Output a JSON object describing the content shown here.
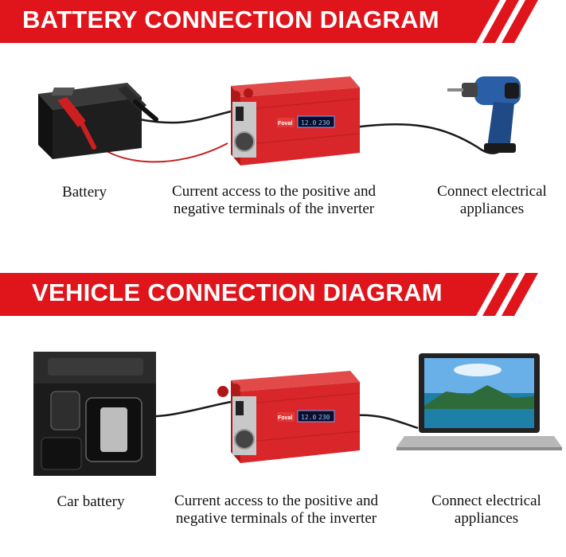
{
  "colors": {
    "banner_red": "#e0141b",
    "inverter_red": "#d8262a",
    "cable": "#1a1a1a",
    "clamp_red": "#cc1f1f"
  },
  "battery_section": {
    "title": "BATTERY CONNECTION DIAGRAM",
    "caption_left": "Battery",
    "caption_mid_1": "Current access to the positive and",
    "caption_mid_2": "negative terminals of the inverter",
    "caption_right_1": "Connect electrical",
    "caption_right_2": "appliances",
    "icons": [
      "car-battery-icon",
      "power-inverter-icon",
      "power-drill-icon"
    ]
  },
  "vehicle_section": {
    "title": "VEHICLE CONNECTION DIAGRAM",
    "caption_left": "Car battery",
    "caption_mid_1": "Current access to the positive and",
    "caption_mid_2": "negative terminals of the inverter",
    "caption_right_1": "Connect electrical",
    "caption_right_2": "appliances",
    "icons": [
      "car-interior-icon",
      "power-inverter-icon",
      "laptop-icon"
    ]
  },
  "inverter": {
    "brand": "Foval",
    "display_left": "12.0",
    "display_right": "230"
  }
}
